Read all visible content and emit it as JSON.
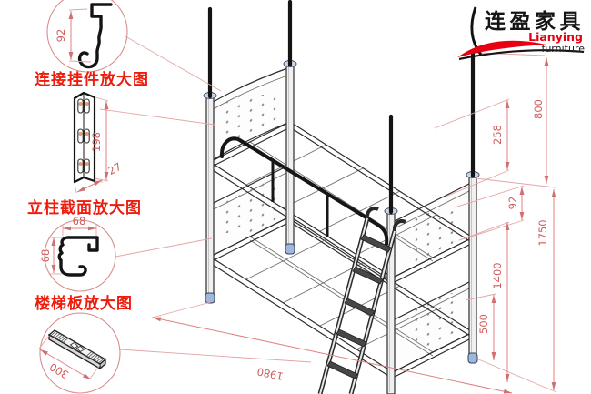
{
  "logo": {
    "title_cn": "连盈家具",
    "brand": "Lianying",
    "brand_sub": "furniture",
    "brand_red": "#e60012"
  },
  "details": {
    "hook": {
      "label": "连接挂件放大图",
      "dim_height": "92"
    },
    "column": {
      "label": "立柱截面放大图",
      "dim_length": "198",
      "dim_width": "27",
      "section_dim_w": "68",
      "section_dim_h": "68"
    },
    "step": {
      "label": "楼梯板放大图",
      "dim_length": "300"
    }
  },
  "dimensions": {
    "pole_height": "800",
    "panel_height": "258",
    "gap": "92",
    "upper_bed_height": "1400",
    "under_clearance": "500",
    "total_height": "1750",
    "bed_length": "1980"
  },
  "colors": {
    "dimension_red": "#dd8282",
    "label_red": "#ed1c0c",
    "line_black": "#1c1c1c",
    "foot_cap_blue": "#9db8da"
  }
}
